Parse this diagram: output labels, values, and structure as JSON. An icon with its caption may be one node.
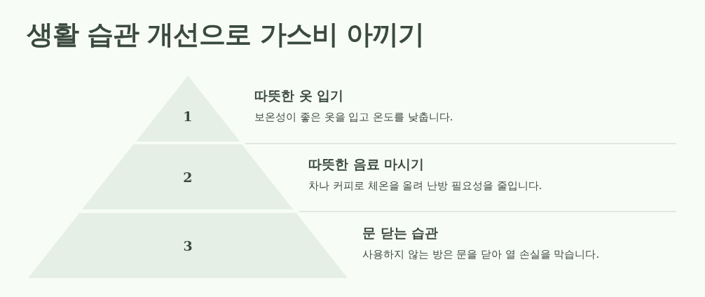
{
  "diagram": {
    "title": "생활 습관 개선으로 가스비 아끼기",
    "nodes": [
      {
        "text": [
          "1"
        ],
        "beside": [
          "따뜻한 옷 입기",
          "보온성이 좋은 옷을 입고 온도를 낮춥니다."
        ]
      },
      {
        "text": [
          "2"
        ],
        "beside": [
          "따뜻한 음료 마시기",
          "차나 커피로 체온을 올려 난방 필요성을 줄입니다."
        ]
      },
      {
        "text": [
          "3"
        ],
        "beside": [
          "문 닫는 습관",
          "사용하지 않는 방은 문을 닫아 열 손실을 막습니다."
        ]
      }
    ]
  }
}
